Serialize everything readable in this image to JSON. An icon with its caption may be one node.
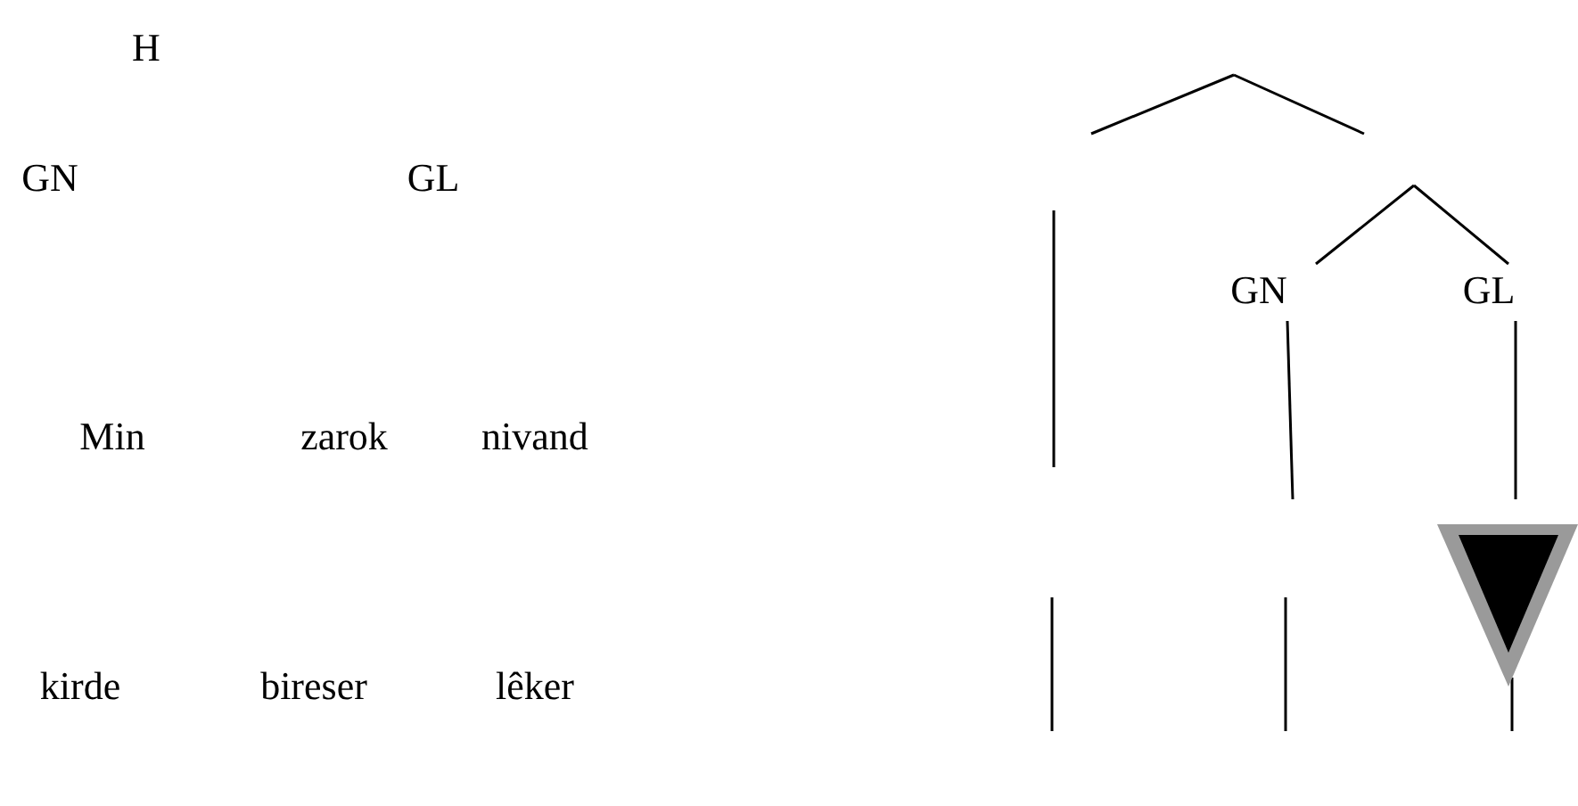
{
  "diagram": {
    "nodes": [
      {
        "text": [
          "GN"
        ]
      },
      {
        "text": [
          "GL"
        ]
      }
    ],
    "edges": [
      {
        "from": null,
        "to": 0,
        "arrow": "none"
      },
      {
        "from": null,
        "to": 1,
        "arrow": "none"
      },
      {
        "from": 0,
        "to": null,
        "arrow": "none"
      },
      {
        "from": 1,
        "to": null,
        "arrow": "none"
      }
    ],
    "labels": [
      "H",
      "GN",
      "GL",
      "Min",
      "zarok",
      "nivand",
      "kirde",
      "bireser",
      "lêker"
    ]
  }
}
